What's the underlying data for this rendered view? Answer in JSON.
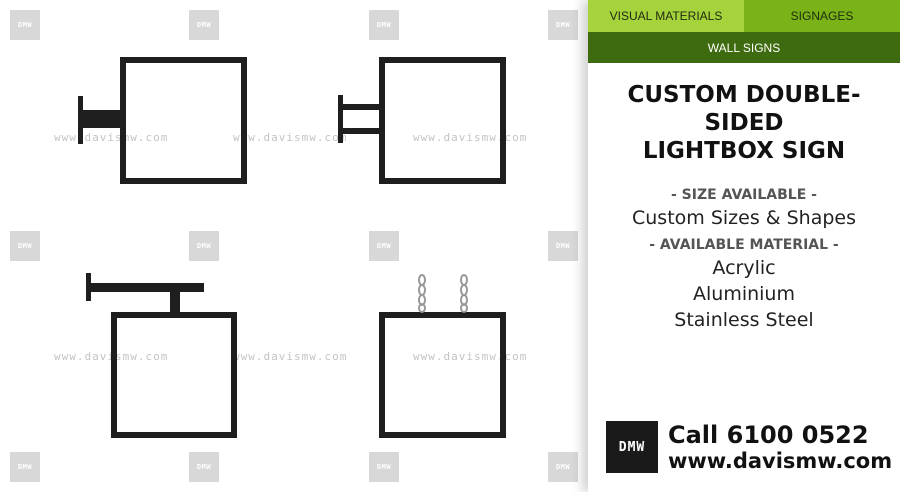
{
  "watermark": {
    "logo_text": "DMW",
    "url_text": "www.davismw.com"
  },
  "breadcrumb": {
    "items": [
      "VISUAL MATERIALS",
      "SIGNAGES"
    ],
    "subcategory": "WALL SIGNS",
    "colors": {
      "item1": "#a6d33b",
      "item2": "#7ab317",
      "subcategory": "#3e6b10"
    }
  },
  "product": {
    "title_line1": "CUSTOM DOUBLE-SIDED",
    "title_line2": "LIGHTBOX SIGN",
    "size_label": "- SIZE AVAILABLE -",
    "size_value": "Custom Sizes & Shapes",
    "material_label": "- AVAILABLE MATERIAL -",
    "materials": [
      "Acrylic",
      "Aluminium",
      "Stainless Steel"
    ]
  },
  "contact": {
    "logo_text": "DMW",
    "phone": "Call 6100 0522",
    "website": "www.davismw.com"
  },
  "icons": [
    "wall-mount-single-bracket-lightbox-icon",
    "wall-mount-double-bracket-lightbox-icon",
    "hanging-bracket-lightbox-icon",
    "chain-hanging-lightbox-icon"
  ]
}
